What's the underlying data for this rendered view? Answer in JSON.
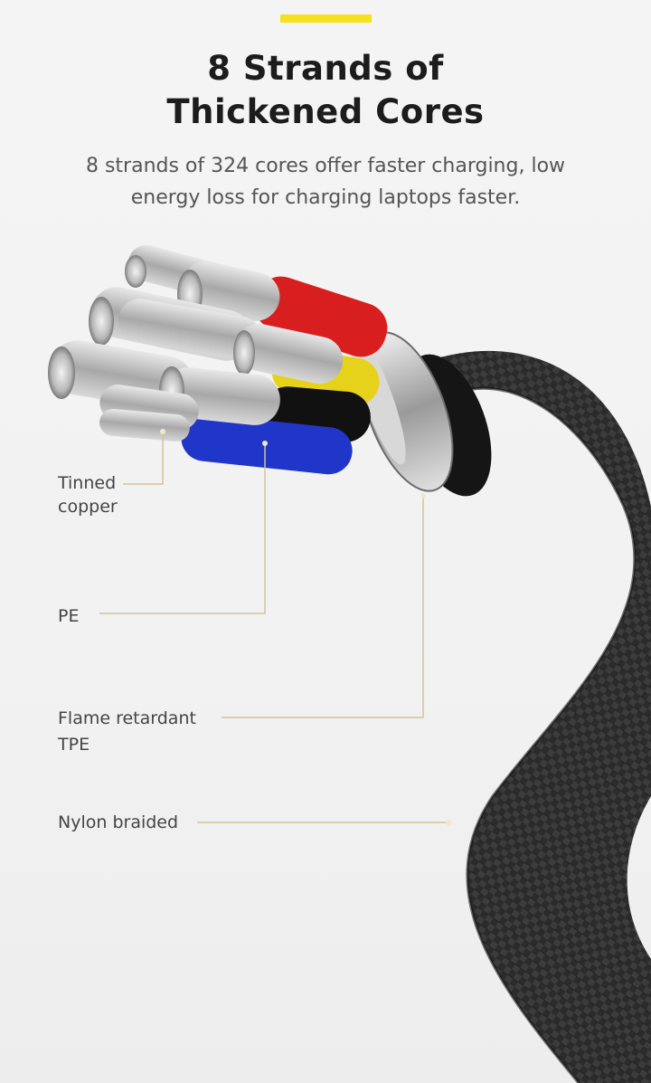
{
  "header": {
    "title_line1": "8 Strands of",
    "title_line2": "Thickened Cores",
    "subtitle_line1": "8 strands of 324 cores offer faster charging, low",
    "subtitle_line2": "energy loss for charging laptops faster."
  },
  "callouts": {
    "tinned_copper_line1": "Tinned",
    "tinned_copper_line2": "copper",
    "pe": "PE",
    "flame_retardant_line1": "Flame retardant",
    "flame_retardant_line2": "TPE",
    "nylon_braided": "Nylon braided"
  },
  "colors": {
    "accent": "#f5e21b",
    "callout_line": "#cfc49a",
    "braid": "#2a2a2a",
    "wire_red": "#d81e1e",
    "wire_yellow": "#e6d21a",
    "wire_blue": "#1f36c8",
    "wire_black": "#111111"
  }
}
